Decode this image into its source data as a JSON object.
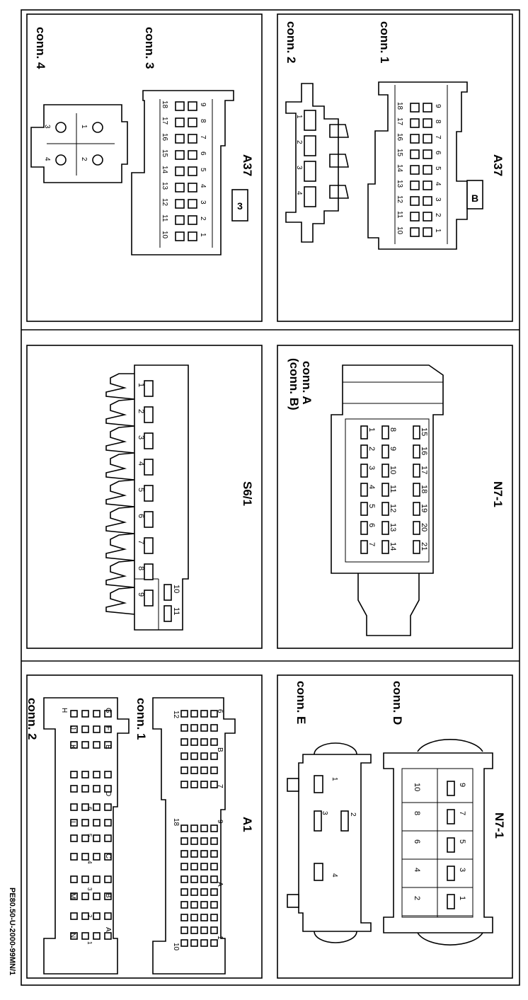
{
  "footer_code": "PE80.50-U-2000-99MN/1",
  "panels": {
    "a37_conn12": {
      "component": "A37",
      "conn1": "conn. 1",
      "conn2": "conn. 2",
      "tag": "B",
      "conn1_row_a": [
        "1",
        "2",
        "3",
        "4",
        "5",
        "6",
        "7",
        "8",
        "9"
      ],
      "conn1_row_b": [
        "10",
        "11",
        "12",
        "13",
        "14",
        "15",
        "16",
        "17",
        "18"
      ],
      "conn2_pins": [
        "1",
        "2",
        "3",
        "4"
      ]
    },
    "a37_conn34": {
      "component": "A37",
      "conn3": "conn. 3",
      "conn4": "conn. 4",
      "tag": "3",
      "conn3_row_a": [
        "1",
        "2",
        "3",
        "4",
        "5",
        "6",
        "7",
        "8",
        "9"
      ],
      "conn3_row_b": [
        "10",
        "11",
        "12",
        "13",
        "14",
        "15",
        "16",
        "17",
        "18"
      ],
      "conn4_pins": [
        "1",
        "2",
        "3",
        "4"
      ]
    },
    "n71_ab": {
      "component": "N7-1",
      "conn": "conn. A",
      "conn_alt": "(conn. B)",
      "col_a": [
        "1",
        "2",
        "3",
        "4",
        "5",
        "6",
        "7"
      ],
      "col_b": [
        "8",
        "9",
        "10",
        "11",
        "12",
        "13",
        "14"
      ],
      "col_c": [
        "15",
        "16",
        "17",
        "18",
        "19",
        "20",
        "21"
      ]
    },
    "s61": {
      "component": "S6/1",
      "pins": [
        "1",
        "2",
        "3",
        "4",
        "5",
        "6",
        "7",
        "8",
        "9"
      ],
      "extra_pins": [
        "10",
        "11"
      ]
    },
    "n71_de": {
      "component": "N7-1",
      "connD": "conn. D",
      "connE": "conn. E",
      "d_pins": [
        "1",
        "2",
        "3",
        "4",
        "5",
        "6",
        "7",
        "8",
        "9",
        "10"
      ],
      "e_pins": [
        "1",
        "2",
        "3",
        "4"
      ]
    },
    "a1": {
      "component": "A1",
      "conn1": "conn. 1",
      "conn2": "conn. 2",
      "c1_labels": [
        "1",
        "6",
        "7",
        "12",
        "9",
        "18",
        "10",
        "A",
        "B"
      ],
      "c2_letters": [
        "A",
        "B",
        "C",
        "D",
        "E",
        "F",
        "G",
        "H",
        "J",
        "K",
        "L",
        "M",
        "N"
      ],
      "c2_numbers": [
        "1",
        "2",
        "3",
        "4",
        "5",
        "6"
      ]
    }
  }
}
